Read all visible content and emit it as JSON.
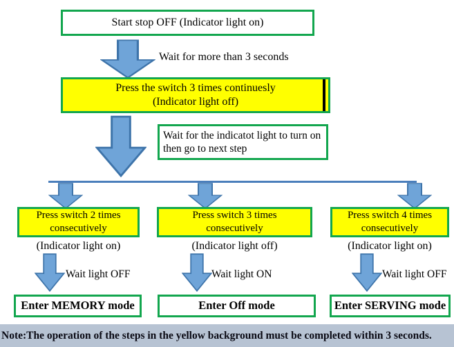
{
  "colors": {
    "green": "#12a64e",
    "yellow": "#ffff00",
    "arrow_fill": "#6fa4d8",
    "arrow_stroke": "#3e74aa",
    "line": "#4a7ebb",
    "note_bg": "#b7c3d3"
  },
  "flow": {
    "start_box": "Start stop OFF (Indicator light on)",
    "wait1_label": "Wait for more than 3 seconds",
    "press3_line1": "Press the switch 3 times continuesly",
    "press3_line2": "(Indicator light off)",
    "wait_info_line1": "Wait for the indicatot light to turn on",
    "wait_info_line2": "then go to next step",
    "branches": [
      {
        "box_line1": "Press switch 2 times",
        "box_line2": "consecutively",
        "indicator": "(Indicator light on)",
        "wait_label": "Wait light OFF",
        "result": "Enter MEMORY mode"
      },
      {
        "box_line1": "Press switch 3 times",
        "box_line2": "consecutively",
        "indicator": "(Indicator light off)",
        "wait_label": "Wait light ON",
        "result": "Enter Off mode"
      },
      {
        "box_line1": "Press switch 4 times",
        "box_line2": "consecutively",
        "indicator": "(Indicator light on)",
        "wait_label": "Wait light OFF",
        "result": "Enter SERVING mode"
      }
    ],
    "note": "Note:The operation of the steps in the yellow background must be completed within 3 seconds."
  }
}
